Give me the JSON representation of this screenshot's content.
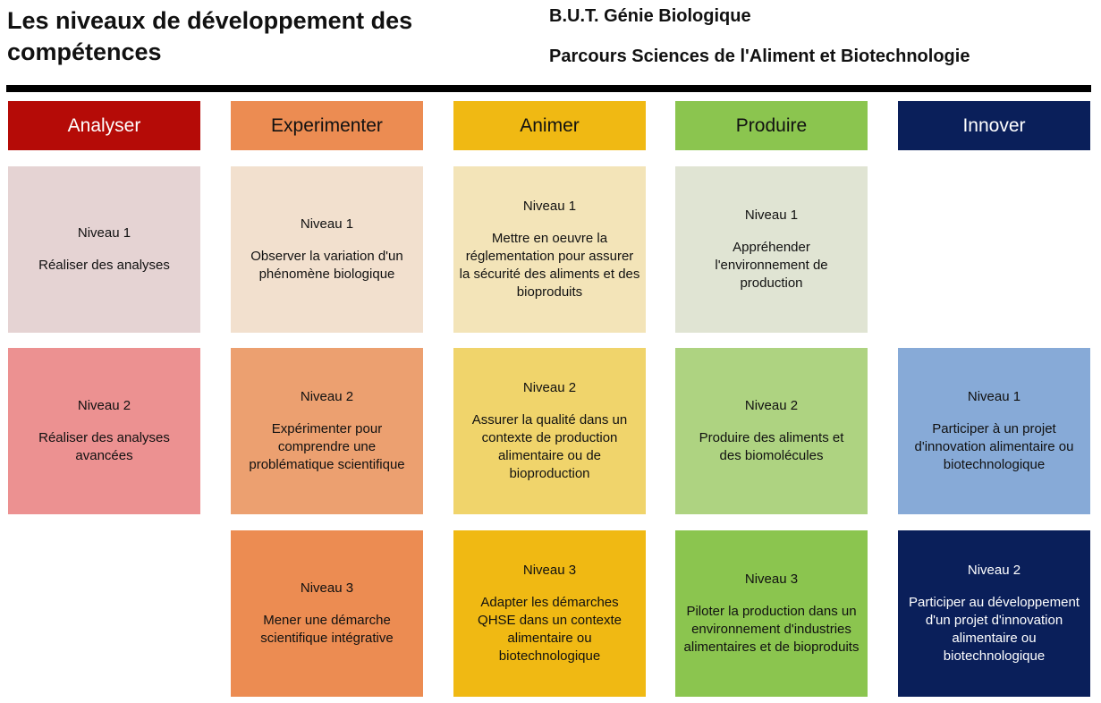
{
  "header": {
    "title": "Les niveaux de développement des compétences",
    "degree": "B.U.T. Génie Biologique",
    "track": "Parcours Sciences de l'Aliment et Biotechnologie"
  },
  "columns": [
    {
      "label": "Analyser",
      "color": "#b50b07",
      "text_color": "#ffffff"
    },
    {
      "label": "Experimenter",
      "color": "#ec8c52",
      "text_color": "#111111"
    },
    {
      "label": "Animer",
      "color": "#f0b913",
      "text_color": "#111111"
    },
    {
      "label": "Produire",
      "color": "#8bc54f",
      "text_color": "#111111"
    },
    {
      "label": "Innover",
      "color": "#0a1f5a",
      "text_color": "#ffffff"
    }
  ],
  "cells": {
    "analyser": [
      {
        "level": "Niveau 1",
        "text": "Réaliser des analyses",
        "color": "#e5d3d3"
      },
      {
        "level": "Niveau 2",
        "text": "Réaliser des analyses avancées",
        "color": "#ec9191"
      }
    ],
    "experimenter": [
      {
        "level": "Niveau 1",
        "text": "Observer la variation d'un phénomène biologique",
        "color": "#f2e0ce"
      },
      {
        "level": "Niveau 2",
        "text": "Expérimenter pour comprendre une problématique scientifique",
        "color": "#eca070"
      },
      {
        "level": "Niveau 3",
        "text": "Mener une démarche scientifique intégrative",
        "color": "#ec8c52"
      }
    ],
    "animer": [
      {
        "level": "Niveau 1",
        "text": "Mettre en oeuvre la réglementation pour assurer la sécurité des aliments et des bioproduits",
        "color": "#f3e4b8"
      },
      {
        "level": "Niveau 2",
        "text": "Assurer la qualité dans un contexte de production alimentaire ou de bioproduction",
        "color": "#f0d46b"
      },
      {
        "level": "Niveau 3",
        "text": "Adapter les démarches QHSE dans un contexte alimentaire ou biotechnologique",
        "color": "#f0b913"
      }
    ],
    "produire": [
      {
        "level": "Niveau 1",
        "text": "Appréhender l'environnement de production",
        "color": "#e0e4d3"
      },
      {
        "level": "Niveau 2",
        "text": "Produire des aliments et des biomolécules",
        "color": "#aed381"
      },
      {
        "level": "Niveau 3",
        "text": "Piloter la production dans un environnement d'industries alimentaires et de bioproduits",
        "color": "#8bc54f"
      }
    ],
    "innover": [
      {
        "level": "Niveau 1",
        "text": "Participer à un projet d'innovation alimentaire ou biotechnologique",
        "color": "#87aad7"
      },
      {
        "level": "Niveau 2",
        "text": "Participer au développement d'un projet d'innovation alimentaire ou biotechnologique",
        "color": "#0a1f5a"
      }
    ]
  }
}
